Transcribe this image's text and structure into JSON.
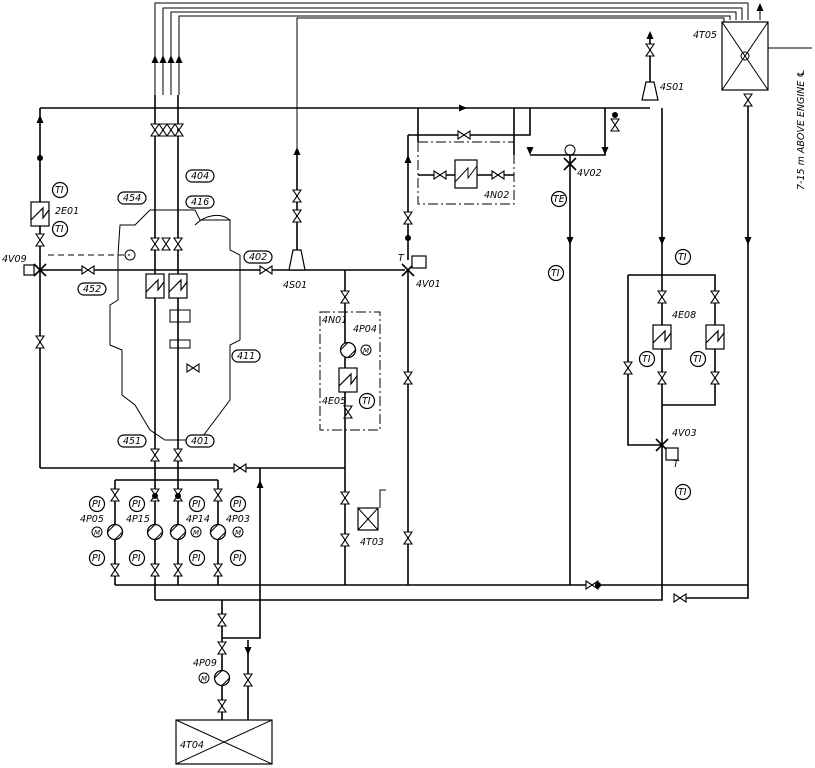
{
  "elevation_note": "7-15 m ABOVE ENGINE ℄",
  "components": {
    "tank_top": "4T05",
    "tank_drain": "4T04",
    "deaerator": "4T03",
    "cooler_left": "2E01",
    "valve_left": "4V09",
    "pump_bottom": "4P09",
    "cooler_mid": "4E05",
    "module_mid": "4N01",
    "pump_mid": "4P04",
    "module_top": "4N02",
    "valve_top": "4V02",
    "vent_left": "4S01",
    "vent_top": "4S01",
    "valve_thermo": "4V01",
    "cooler_right": "4E08",
    "valve_right": "4V03"
  },
  "pumps_row": [
    "4P05",
    "4P15",
    "4P14",
    "4P03"
  ],
  "connections": {
    "c404": "404",
    "c454": "454",
    "c416": "416",
    "c402": "402",
    "c452": "452",
    "c411": "411",
    "c451": "451",
    "c401": "401"
  },
  "instrument_labels": {
    "ti": "TI",
    "pi": "PI",
    "te": "TE",
    "motor": "M",
    "thermo_t": "T"
  }
}
